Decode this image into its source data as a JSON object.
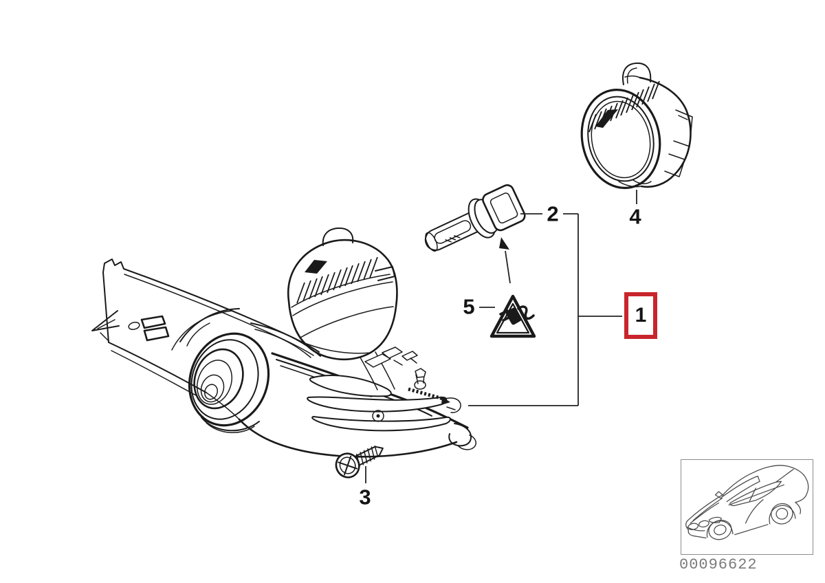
{
  "diagram": {
    "callout_labels": {
      "p1": "1",
      "p2": "2",
      "p3": "3",
      "p4": "4",
      "p5": "5"
    },
    "drawing_number": "00096622",
    "colors": {
      "line": "#1a1a1a",
      "selected_callout_border": "#c8252c",
      "drawing_number_text": "#7b7b7b",
      "inset_border": "#8b8b8b",
      "car_line": "#4a4a4a",
      "leader_line": "#222222"
    }
  }
}
